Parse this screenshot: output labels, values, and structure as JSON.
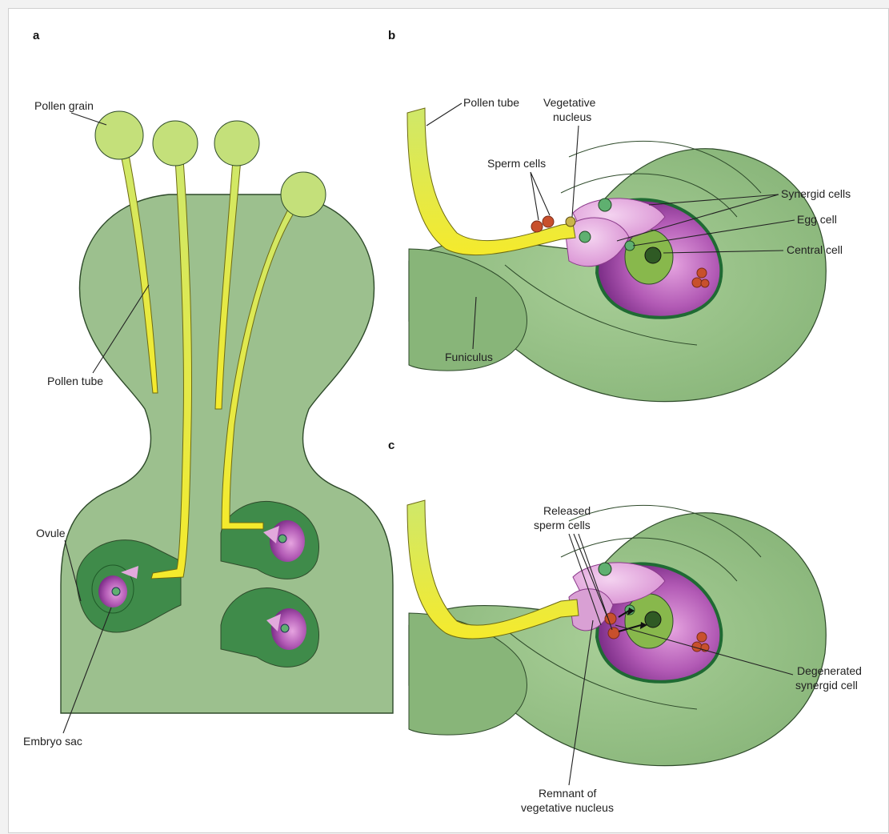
{
  "panels": {
    "a": {
      "letter": "a",
      "labels": {
        "pollen_grain": "Pollen grain",
        "pollen_tube": "Pollen tube",
        "ovule": "Ovule",
        "embryo_sac": "Embryo sac"
      }
    },
    "b": {
      "letter": "b",
      "labels": {
        "pollen_tube": "Pollen tube",
        "vegetative_nucleus_1": "Vegetative",
        "vegetative_nucleus_2": "nucleus",
        "sperm_cells": "Sperm cells",
        "synergid_cells": "Synergid cells",
        "egg_cell": "Egg cell",
        "central_cell": "Central cell",
        "funiculus": "Funiculus"
      }
    },
    "c": {
      "letter": "c",
      "labels": {
        "released_sperm_1": "Released",
        "released_sperm_2": "sperm cells",
        "degenerated_synergid_1": "Degenerated",
        "degenerated_synergid_2": "synergid cell",
        "remnant_1": "Remnant of",
        "remnant_2": "vegetative nucleus"
      }
    }
  },
  "colors": {
    "tissue_green": "#9cc08e",
    "ovule_dark_green": "#3f8b4a",
    "pollen_green": "#c4e07a",
    "pollen_tube_yellow": "#f2e83a",
    "embryo_sac_purple": "#a04aa6",
    "synergid_pink": "#e2a9dc",
    "sperm_red": "#c8502c"
  }
}
